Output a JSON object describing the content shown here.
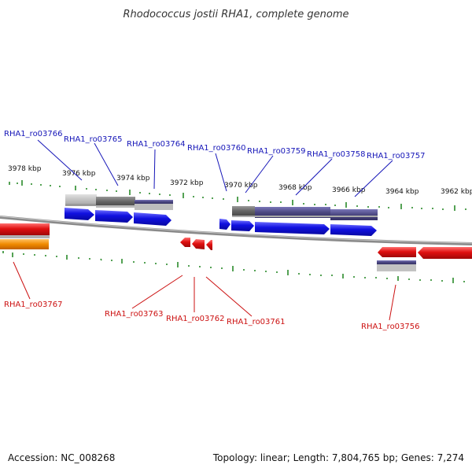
{
  "title": "Rhodococcus jostii RHA1, complete genome",
  "footer": {
    "accession": "Accession: NC_008268",
    "summary": "Topology: linear; Length: 7,804,765 bp; Genes: 7,274"
  },
  "scale_labels": [
    "3978 kbp",
    "3976 kbp",
    "3974 kbp",
    "3972 kbp",
    "3970 kbp",
    "3968 kbp",
    "3966 kbp",
    "3964 kbp",
    "3962 kbp"
  ],
  "colors": {
    "backbone": "#888888",
    "forward_gene": "#1010e0",
    "reverse_gene": "#e01010",
    "ortholog_dark": "#4a4680",
    "ortholog_gray": "#666666",
    "reverse_orange": "#f08a00",
    "top_label": "#1515b8",
    "bottom_label": "#cc1111",
    "tick": "#2a8a2a"
  },
  "top_genes": [
    "RHA1_ro03766",
    "RHA1_ro03765",
    "RHA1_ro03764",
    "RHA1_ro03760",
    "RHA1_ro03759",
    "RHA1_ro03758",
    "RHA1_ro03757"
  ],
  "bottom_genes": [
    "RHA1_ro03767",
    "RHA1_ro03763",
    "RHA1_ro03762",
    "RHA1_ro03761",
    "RHA1_ro03756"
  ]
}
